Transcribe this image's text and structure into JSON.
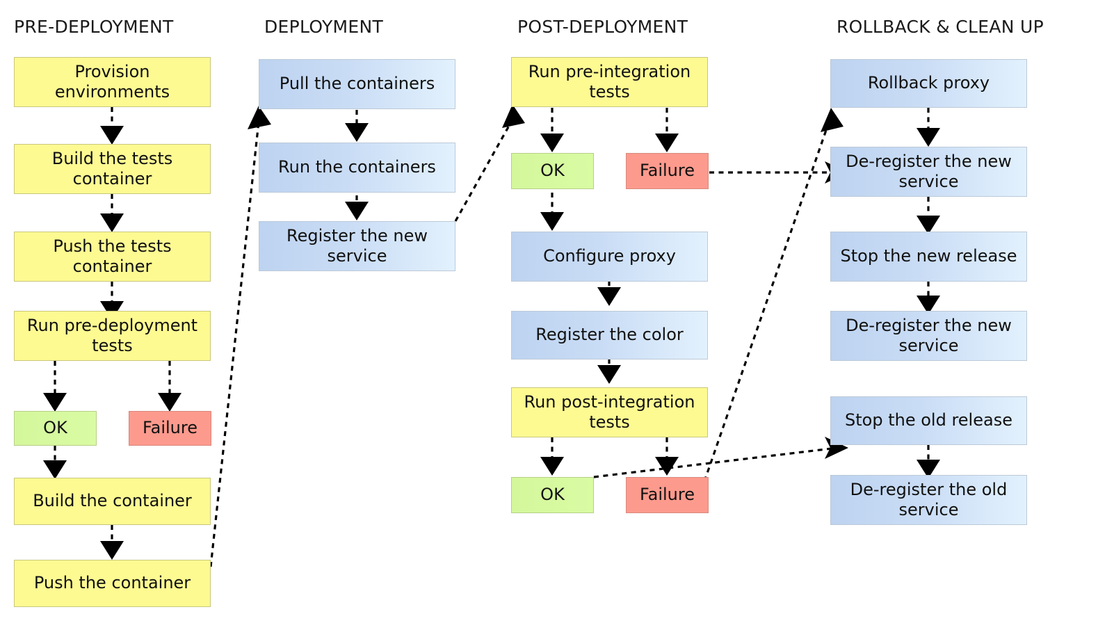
{
  "diagram": {
    "title": "Blue-green deployment pipeline flowchart",
    "background": "#ffffff",
    "colors": {
      "yellow": "#FDFA92",
      "blue_left": "#BDD3F0",
      "blue_right": "#E2F1FD",
      "green": "#D4F79C",
      "red": "#FC9A8D",
      "border": "#B9B9B9",
      "text": "#111111",
      "edge": "#000000"
    },
    "columns": [
      {
        "id": "pre-deployment",
        "label": "PRE-DEPLOYMENT"
      },
      {
        "id": "deployment",
        "label": "DEPLOYMENT"
      },
      {
        "id": "post-deployment",
        "label": "POST-DEPLOYMENT"
      },
      {
        "id": "rollback-clean-up",
        "label": "ROLLBACK & CLEAN UP"
      }
    ],
    "nodes": [
      {
        "id": "provision-environments",
        "column": "pre-deployment",
        "label": "Provision environments",
        "color": "yellow"
      },
      {
        "id": "build-the-tests-container",
        "column": "pre-deployment",
        "label": "Build the tests container",
        "color": "yellow"
      },
      {
        "id": "push-the-tests-container",
        "column": "pre-deployment",
        "label": "Push the tests container",
        "color": "yellow"
      },
      {
        "id": "run-pre-deployment-tests",
        "column": "pre-deployment",
        "label": "Run pre-deployment tests",
        "color": "yellow"
      },
      {
        "id": "pre-ok",
        "column": "pre-deployment",
        "label": "OK",
        "color": "green"
      },
      {
        "id": "pre-failure",
        "column": "pre-deployment",
        "label": "Failure",
        "color": "red"
      },
      {
        "id": "build-the-container",
        "column": "pre-deployment",
        "label": "Build the container",
        "color": "yellow"
      },
      {
        "id": "push-the-container",
        "column": "pre-deployment",
        "label": "Push the container",
        "color": "yellow"
      },
      {
        "id": "pull-the-containers",
        "column": "deployment",
        "label": "Pull the containers",
        "color": "blue"
      },
      {
        "id": "run-the-containers",
        "column": "deployment",
        "label": "Run the containers",
        "color": "blue"
      },
      {
        "id": "register-the-new-service",
        "column": "deployment",
        "label": "Register the new service",
        "color": "blue"
      },
      {
        "id": "run-pre-integration-tests",
        "column": "post-deployment",
        "label": "Run pre-integration tests",
        "color": "yellow"
      },
      {
        "id": "post-ok-1",
        "column": "post-deployment",
        "label": "OK",
        "color": "green"
      },
      {
        "id": "post-failure-1",
        "column": "post-deployment",
        "label": "Failure",
        "color": "red"
      },
      {
        "id": "configure-proxy",
        "column": "post-deployment",
        "label": "Configure proxy",
        "color": "blue"
      },
      {
        "id": "register-the-color",
        "column": "post-deployment",
        "label": "Register the color",
        "color": "blue"
      },
      {
        "id": "run-post-integration-tests",
        "column": "post-deployment",
        "label": "Run post-integration tests",
        "color": "yellow"
      },
      {
        "id": "post-ok-2",
        "column": "post-deployment",
        "label": "OK",
        "color": "green"
      },
      {
        "id": "post-failure-2",
        "column": "post-deployment",
        "label": "Failure",
        "color": "red"
      },
      {
        "id": "rollback-proxy",
        "column": "rollback-clean-up",
        "label": "Rollback proxy",
        "color": "blue"
      },
      {
        "id": "de-register-the-new-service-1",
        "column": "rollback-clean-up",
        "label": "De-register the new service",
        "color": "blue"
      },
      {
        "id": "stop-the-new-release",
        "column": "rollback-clean-up",
        "label": "Stop the new release",
        "color": "blue"
      },
      {
        "id": "de-register-the-new-service-2",
        "column": "rollback-clean-up",
        "label": "De-register the new service",
        "color": "blue"
      },
      {
        "id": "stop-the-old-release",
        "column": "rollback-clean-up",
        "label": "Stop the old release",
        "color": "blue"
      },
      {
        "id": "de-register-the-old-service",
        "column": "rollback-clean-up",
        "label": "De-register the old service",
        "color": "blue"
      }
    ],
    "edges": [
      {
        "from": "provision-environments",
        "to": "build-the-tests-container",
        "style": "dashed"
      },
      {
        "from": "build-the-tests-container",
        "to": "push-the-tests-container",
        "style": "dashed"
      },
      {
        "from": "push-the-tests-container",
        "to": "run-pre-deployment-tests",
        "style": "dashed"
      },
      {
        "from": "run-pre-deployment-tests",
        "to": "pre-ok",
        "style": "dashed"
      },
      {
        "from": "run-pre-deployment-tests",
        "to": "pre-failure",
        "style": "dashed"
      },
      {
        "from": "pre-ok",
        "to": "build-the-container",
        "style": "dashed"
      },
      {
        "from": "build-the-container",
        "to": "push-the-container",
        "style": "dashed"
      },
      {
        "from": "push-the-container",
        "to": "pull-the-containers",
        "style": "dashed"
      },
      {
        "from": "pull-the-containers",
        "to": "run-the-containers",
        "style": "dashed"
      },
      {
        "from": "run-the-containers",
        "to": "register-the-new-service",
        "style": "dashed"
      },
      {
        "from": "register-the-new-service",
        "to": "run-pre-integration-tests",
        "style": "dashed"
      },
      {
        "from": "run-pre-integration-tests",
        "to": "post-ok-1",
        "style": "dashed"
      },
      {
        "from": "run-pre-integration-tests",
        "to": "post-failure-1",
        "style": "dashed"
      },
      {
        "from": "post-failure-1",
        "to": "de-register-the-new-service-1",
        "style": "dashed"
      },
      {
        "from": "post-ok-1",
        "to": "configure-proxy",
        "style": "dashed"
      },
      {
        "from": "configure-proxy",
        "to": "register-the-color",
        "style": "dashed"
      },
      {
        "from": "register-the-color",
        "to": "run-post-integration-tests",
        "style": "dashed"
      },
      {
        "from": "run-post-integration-tests",
        "to": "post-ok-2",
        "style": "dashed"
      },
      {
        "from": "run-post-integration-tests",
        "to": "post-failure-2",
        "style": "dashed"
      },
      {
        "from": "post-failure-2",
        "to": "rollback-proxy",
        "style": "dashed"
      },
      {
        "from": "post-ok-2",
        "to": "stop-the-old-release",
        "style": "dashed"
      },
      {
        "from": "rollback-proxy",
        "to": "de-register-the-new-service-1",
        "style": "dashed"
      },
      {
        "from": "de-register-the-new-service-1",
        "to": "stop-the-new-release",
        "style": "dashed"
      },
      {
        "from": "stop-the-new-release",
        "to": "de-register-the-new-service-2",
        "style": "dashed"
      },
      {
        "from": "stop-the-old-release",
        "to": "de-register-the-old-service",
        "style": "dashed"
      }
    ]
  }
}
